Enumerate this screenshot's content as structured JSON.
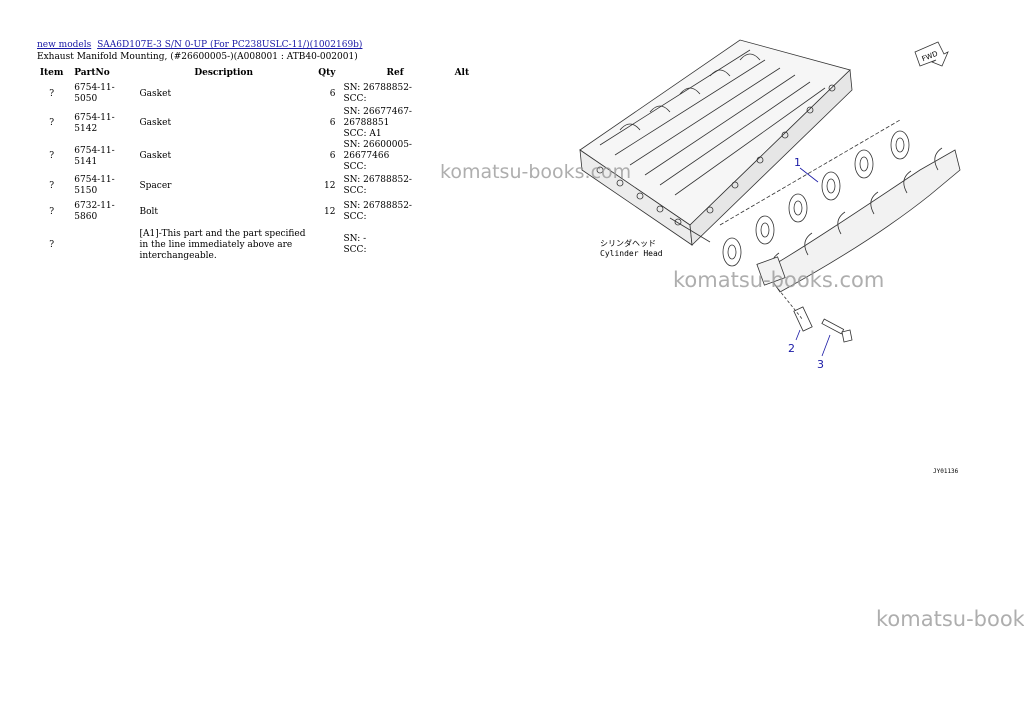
{
  "breadcrumb": {
    "link1": "new models",
    "link2": "SAA6D107E-3 S/N 0-UP (For PC238USLC-11/)(1002169b)"
  },
  "subtitle": "Exhaust Manifold Mounting, (#26600005-)(A008001 : ATB40-002001)",
  "table": {
    "headers": {
      "item": "Item",
      "partno": "PartNo",
      "description": "Description",
      "qty": "Qty",
      "ref": "Ref",
      "alt": "Alt"
    },
    "rows": [
      {
        "item": "?",
        "partno": "6754-11-5050",
        "description": "Gasket",
        "qty": "6",
        "ref1": "SN: 26788852-",
        "ref2": "SCC:"
      },
      {
        "item": "?",
        "partno": "6754-11-5142",
        "description": "Gasket",
        "qty": "6",
        "ref1": "SN: 26677467-26788851",
        "ref2": "SCC: A1"
      },
      {
        "item": "?",
        "partno": "6754-11-5141",
        "description": "Gasket",
        "qty": "6",
        "ref1": "SN: 26600005-26677466",
        "ref2": "SCC:"
      },
      {
        "item": "?",
        "partno": "6754-11-5150",
        "description": "Spacer",
        "qty": "12",
        "ref1": "SN: 26788852-",
        "ref2": "SCC:"
      },
      {
        "item": "?",
        "partno": "6732-11-5860",
        "description": "Bolt",
        "qty": "12",
        "ref1": "SN: 26788852-",
        "ref2": "SCC:"
      }
    ],
    "note": {
      "item": "?",
      "description": "[A1]-This part and the part specified in the line immediately above are interchangeable.",
      "ref1": "SN: -",
      "ref2": "SCC:"
    }
  },
  "watermark": {
    "wm1": "komatsu-books.com",
    "wm2": "komatsu-books.com",
    "wm3": "komatsu-book"
  },
  "diagram": {
    "head_label_jp": "シリンダヘッド",
    "head_label_en": "Cylinder Head",
    "fwd": "FWD",
    "callouts": {
      "c1": "1",
      "c2": "2",
      "c3": "3"
    },
    "code": "JY01136"
  }
}
